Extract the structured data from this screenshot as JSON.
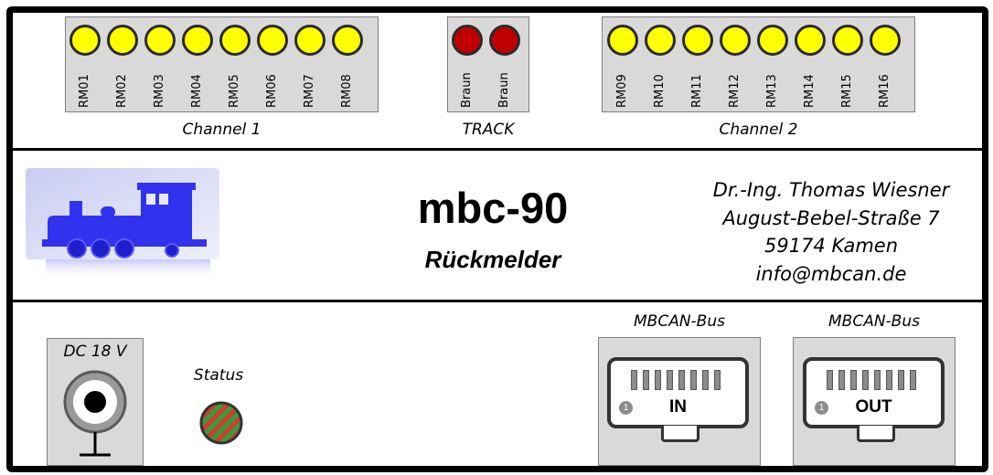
{
  "channel1": {
    "caption": "Channel 1",
    "labels": [
      "RM01",
      "RM02",
      "RM03",
      "RM04",
      "RM05",
      "RM06",
      "RM07",
      "RM08"
    ]
  },
  "track": {
    "caption": "TRACK",
    "labels": [
      "Braun",
      "Braun"
    ]
  },
  "channel2": {
    "caption": "Channel 2",
    "labels": [
      "RM09",
      "RM10",
      "RM11",
      "RM12",
      "RM13",
      "RM14",
      "RM15",
      "RM16"
    ]
  },
  "product": {
    "name": "mbc-90",
    "subtitle": "Rückmelder"
  },
  "address": {
    "line1": "Dr.-Ing. Thomas Wiesner",
    "line2": "August-Bebel-Straße 7",
    "line3": "59174 Kamen",
    "line4": "info@mbcan.de"
  },
  "power": {
    "label": "DC 18 V"
  },
  "status": {
    "label": "Status"
  },
  "bus_in": {
    "title": "MBCAN-Bus",
    "port": "IN",
    "pin_marker": "1"
  },
  "bus_out": {
    "title": "MBCAN-Bus",
    "port": "OUT",
    "pin_marker": "1"
  },
  "colors": {
    "led_feedback": "#ffff00",
    "led_track": "#c00000",
    "status_green": "#2e9e3e",
    "status_red": "#d63a2a",
    "locomotive": "#3a3aff"
  },
  "icons": {
    "locomotive": "locomotive-image",
    "power_jack": "dc-jack-icon",
    "status_led": "status-led-icon"
  }
}
